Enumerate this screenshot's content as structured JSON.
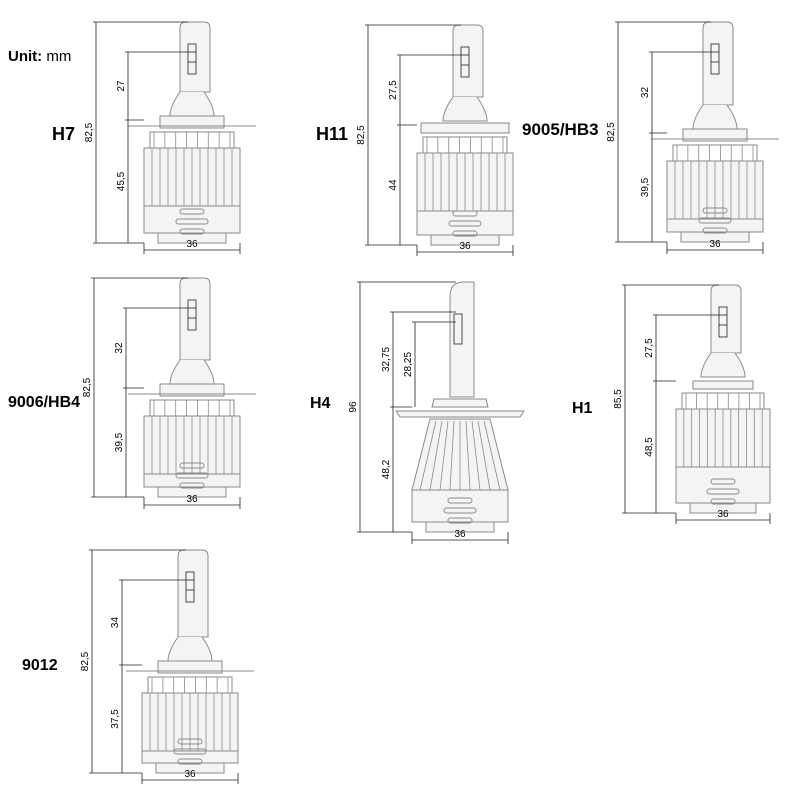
{
  "unit": {
    "label": "Unit:",
    "value": "mm"
  },
  "bulbs": [
    {
      "id": "h7",
      "name": "H7",
      "top": "27",
      "bottom": "45,5",
      "total": "82,5",
      "width": "36",
      "inner": ""
    },
    {
      "id": "h11",
      "name": "H11",
      "top": "27,5",
      "bottom": "44",
      "total": "82,5",
      "width": "36",
      "inner": ""
    },
    {
      "id": "9005",
      "name": "9005/HB3",
      "top": "32",
      "bottom": "39,5",
      "total": "82,5",
      "width": "36",
      "inner": ""
    },
    {
      "id": "9006",
      "name": "9006/HB4",
      "top": "32",
      "bottom": "39,5",
      "total": "82,5",
      "width": "36",
      "inner": ""
    },
    {
      "id": "h4",
      "name": "H4",
      "top": "32,75",
      "bottom": "48,2",
      "total": "96",
      "width": "36",
      "inner": "28,25"
    },
    {
      "id": "h1",
      "name": "H1",
      "top": "27,5",
      "bottom": "48,5",
      "total": "85,5",
      "width": "36",
      "inner": ""
    },
    {
      "id": "9012",
      "name": "9012",
      "top": "34",
      "bottom": "37,5",
      "total": "82,5",
      "width": "36",
      "inner": ""
    }
  ]
}
